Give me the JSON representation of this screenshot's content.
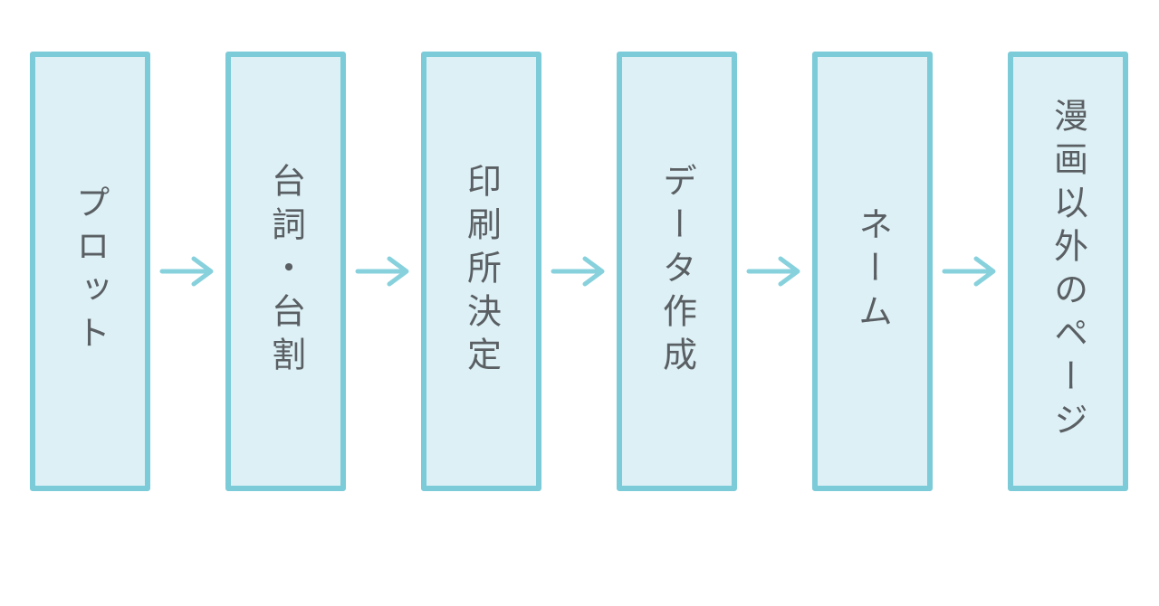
{
  "diagram": {
    "type": "flowchart",
    "direction": "left-to-right",
    "steps": [
      "プロット",
      "台詞・台割",
      "印刷所決定",
      "データ作成",
      "ネーム",
      "漫画以外のページ"
    ],
    "connector_glyph": "→",
    "colors": {
      "background": "#ffffff",
      "box_fill": "#dcf0f5",
      "box_border": "#7bcbd8",
      "arrow": "#87d1dd",
      "text": "#5a5f63"
    }
  }
}
